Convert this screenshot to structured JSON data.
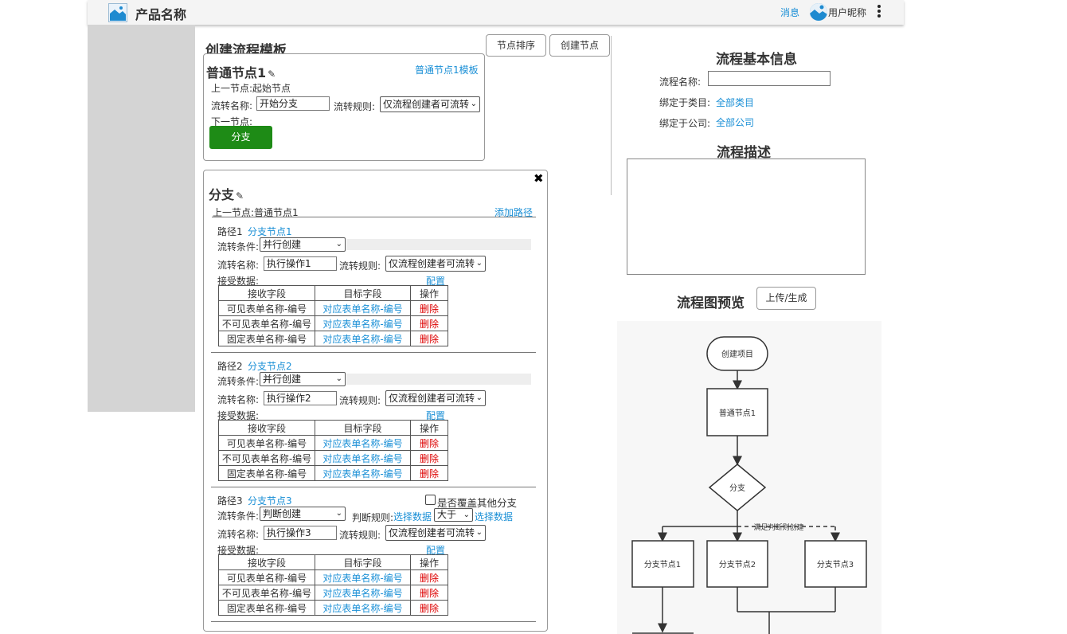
{
  "header": {
    "product_name": "产品名称",
    "messages": "消息",
    "user_nickname": "用户昵称",
    "logo_icon": "image-icon",
    "more_icon": "kebab-icon"
  },
  "editor": {
    "title": "创建流程模板",
    "sort_button": "节点排序",
    "create_button": "创建节点"
  },
  "node1": {
    "title": "普通节点1",
    "template_link": "普通节点1模板",
    "prev": "上一节点:起始节点",
    "transfer_name_label": "流转名称:",
    "transfer_name_value": "开始分支",
    "rule_label": "流转规则:",
    "rule_value": "仅流程创建者可流转",
    "next_label": "下一节点:",
    "next_button": "分支"
  },
  "branch": {
    "title": "分支",
    "prev": "上一节点:普通节点1",
    "add_path": "添加路径",
    "table_headers": [
      "接收字段",
      "目标字段",
      "操作"
    ],
    "paths": [
      {
        "label": "路径1",
        "node_link": "分支节点1",
        "cond_label": "流转条件:",
        "cond_value": "并行创建",
        "name_label": "流转名称:",
        "name_value": "执行操作1",
        "rule_label": "流转规则:",
        "rule_value": "仅流程创建者可流转",
        "receive_label": "接受数据:",
        "config": "配置",
        "rows": [
          {
            "field": "可见表单名称-编号",
            "target": "对应表单名称-编号",
            "op": "删除"
          },
          {
            "field": "不可见表单名称-编号",
            "target": "对应表单名称-编号",
            "op": "删除"
          },
          {
            "field": "固定表单名称-编号",
            "target": "对应表单名称-编号",
            "op": "删除"
          }
        ]
      },
      {
        "label": "路径2",
        "node_link": "分支节点2",
        "cond_label": "流转条件:",
        "cond_value": "并行创建",
        "name_label": "流转名称:",
        "name_value": "执行操作2",
        "rule_label": "流转规则:",
        "rule_value": "仅流程创建者可流转",
        "receive_label": "接受数据:",
        "config": "配置",
        "rows": [
          {
            "field": "可见表单名称-编号",
            "target": "对应表单名称-编号",
            "op": "删除"
          },
          {
            "field": "不可见表单名称-编号",
            "target": "对应表单名称-编号",
            "op": "删除"
          },
          {
            "field": "固定表单名称-编号",
            "target": "对应表单名称-编号",
            "op": "删除"
          }
        ]
      },
      {
        "label": "路径3",
        "node_link": "分支节点3",
        "cover_label": "是否覆盖其他分支",
        "cond_label": "流转条件:",
        "cond_value": "判断创建",
        "judge_label": "判断规则:",
        "judge_left": "选择数据",
        "judge_op": "大于",
        "judge_right": "选择数据",
        "name_label": "流转名称:",
        "name_value": "执行操作3",
        "rule_label": "流转规则:",
        "rule_value": "仅流程创建者可流转",
        "receive_label": "接受数据:",
        "config": "配置",
        "rows": [
          {
            "field": "可见表单名称-编号",
            "target": "对应表单名称-编号",
            "op": "删除"
          },
          {
            "field": "不可见表单名称-编号",
            "target": "对应表单名称-编号",
            "op": "删除"
          },
          {
            "field": "固定表单名称-编号",
            "target": "对应表单名称-编号",
            "op": "删除"
          }
        ]
      }
    ]
  },
  "info": {
    "title": "流程基本信息",
    "name_label": "流程名称:",
    "name_value": "",
    "category_label": "绑定于类目:",
    "category_value": "全部类目",
    "company_label": "绑定于公司:",
    "company_value": "全部公司",
    "desc_title": "流程描述",
    "preview_title": "流程图预览",
    "upload_button": "上传/生成"
  },
  "flowchart": {
    "start": "创建项目",
    "node1": "普通节点1",
    "branch": "分支",
    "condition": "满足判断则创建",
    "b1": "分支节点1",
    "b2": "分支节点2",
    "b3": "分支节点3"
  }
}
